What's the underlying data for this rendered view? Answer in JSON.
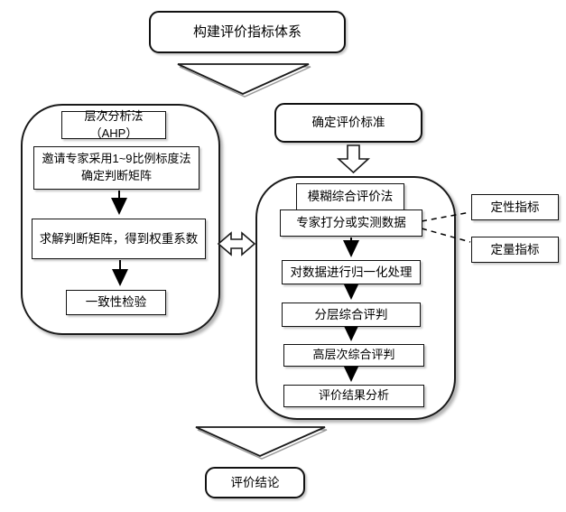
{
  "flowchart": {
    "top_box": "构建评价指标体系",
    "ahp": {
      "title": "层次分析法（AHP）",
      "steps": [
        "邀请专家采用1~9比例标度法确定判断矩阵",
        "求解判断矩阵，得到权重系数",
        "一致性检验"
      ]
    },
    "criteria_box": "确定评价标准",
    "fuzzy": {
      "title": "模糊综合评价法",
      "steps": [
        "专家打分或实测数据",
        "对数据进行归一化处理",
        "分层综合评判",
        "高层次综合评判",
        "评价结果分析"
      ]
    },
    "indicators": {
      "qualitative": "定性指标",
      "quantitative": "定量指标"
    },
    "conclusion_box": "评价结论",
    "colors": {
      "stroke": "#000000",
      "fill": "#ffffff"
    }
  }
}
